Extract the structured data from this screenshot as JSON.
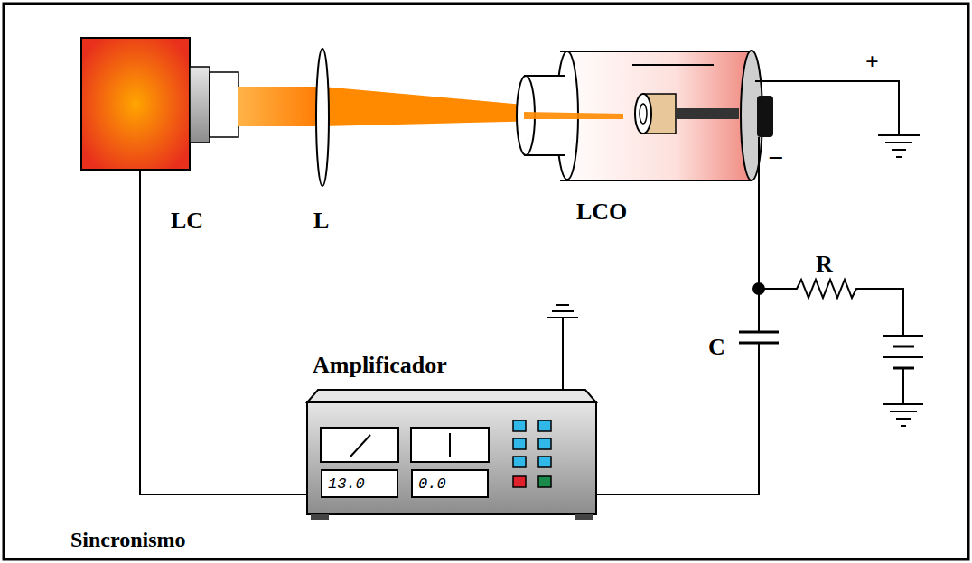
{
  "diagram": {
    "nodes": [
      {
        "text": [
          "Amplificador"
        ]
      },
      {
        "text": [
          "13.0"
        ],
        "in": 0
      },
      {
        "text": [
          "0.0"
        ],
        "in": 0
      }
    ],
    "labels": [
      "LC",
      "L",
      "LCO",
      "+",
      "−",
      "R",
      "C",
      "Sincronismo"
    ]
  }
}
